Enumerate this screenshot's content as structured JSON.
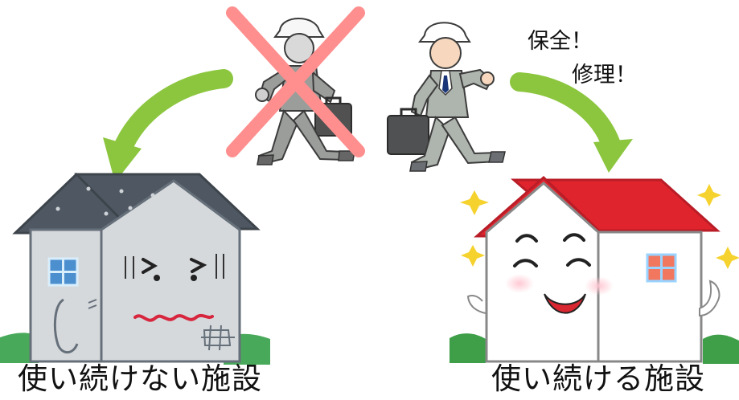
{
  "colors": {
    "arrow": "#8cc63f",
    "cross": "#ff8f8f",
    "old_wall": "#d6d9dc",
    "old_roof": "#4f5862",
    "new_wall": "#ffffff",
    "new_roof": "#e0242d",
    "sparkle": "#f5d22d",
    "suit": "#aeb4ae",
    "helmet": "#ffffff"
  },
  "labels": {
    "left_caption": "使い続けない施設",
    "right_caption": "使い続ける施設",
    "speech_line_1": "保全！",
    "speech_line_2": "修理！"
  },
  "icons": {
    "left_arrow": "curved-arrow-down-left",
    "right_arrow": "curved-arrow-down-right",
    "crossed_worker": "crossed-out-worker-icon",
    "worker": "walking-worker-icon",
    "old_house": "sad-old-house-icon",
    "new_house": "happy-new-house-icon"
  }
}
